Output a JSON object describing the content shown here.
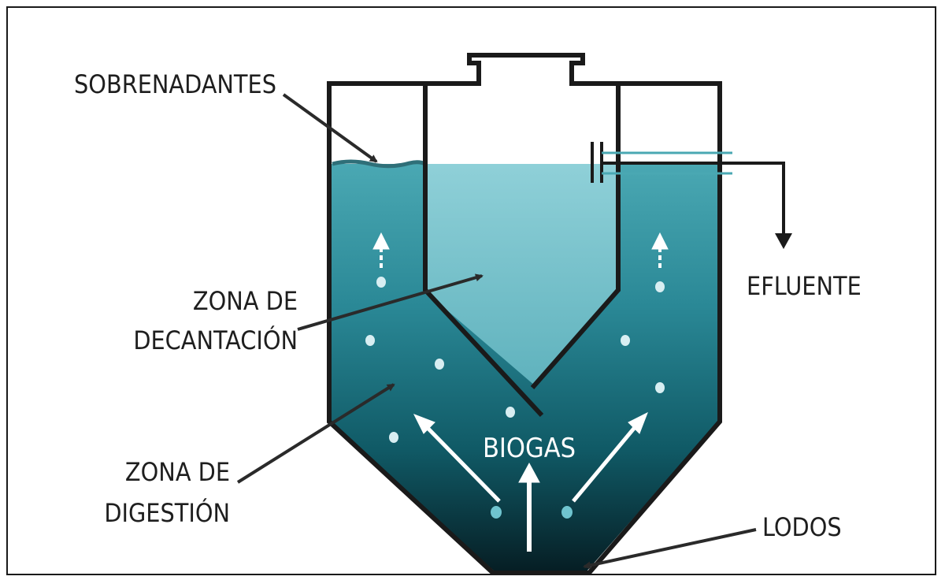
{
  "labels": {
    "sobrenadantes": "SOBRENADANTES",
    "efluente": "EFLUENTE",
    "decantacion_line1": "ZONA DE",
    "decantacion_line2": "DECANTACIÓN",
    "digestion_line1": "ZONA DE",
    "digestion_line2": "DIGESTIÓN",
    "biogas": "BIOGAS",
    "lodos": "LODOS"
  },
  "colors": {
    "liquid_top": "#3a9aa6",
    "liquid_bottom": "#072a32",
    "settling_zone": "#7cc6d0",
    "outline": "#1a1a1a",
    "arrow": "#2a2a2a",
    "bubble": "#d8eef2"
  }
}
